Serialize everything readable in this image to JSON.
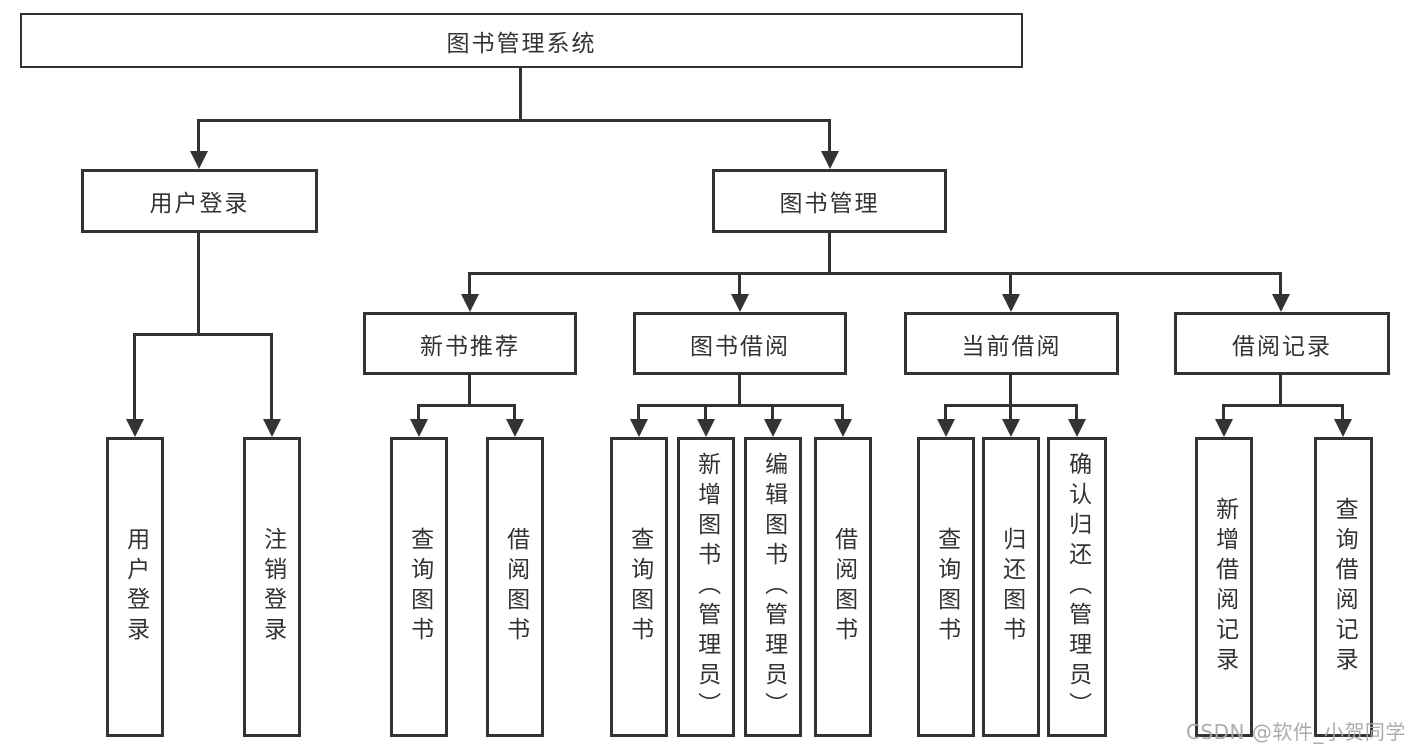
{
  "nodes": {
    "root": "图书管理系统",
    "level2": [
      "用户登录",
      "图书管理"
    ],
    "level3": [
      "新书推荐",
      "图书借阅",
      "当前借阅",
      "借阅记录"
    ],
    "login_children": [
      "用户登录",
      "注销登录"
    ],
    "newbook_children": [
      "查询图书",
      "借阅图书"
    ],
    "borrowing_children": [
      "查询图书",
      "新增图书（管理员）",
      "编辑图书（管理员）",
      "借阅图书"
    ],
    "current_children": [
      "查询图书",
      "归还图书",
      "确认归还（管理员）"
    ],
    "records_children": [
      "新增借阅记录",
      "查询借阅记录"
    ]
  },
  "watermark": "CSDN @软件_小贺同学",
  "colors": {
    "line": "#333333",
    "text": "#333333",
    "watermark": "#a8a8a8",
    "background": "#ffffff"
  }
}
